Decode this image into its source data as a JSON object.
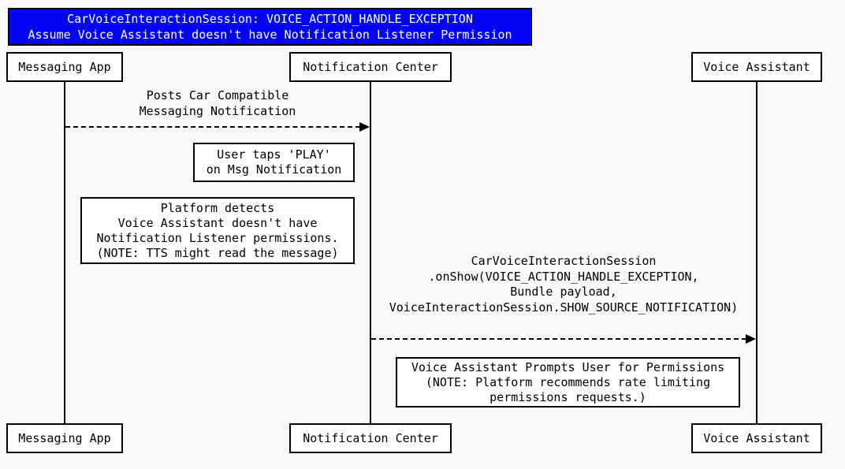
{
  "colors": {
    "background": "#f8f8f8",
    "title_background": "#0404f2",
    "title_text": "#ffffff",
    "box_background": "#ffffff",
    "line": "#000000",
    "text": "#000000"
  },
  "title": {
    "line1": "CarVoiceInteractionSession: VOICE_ACTION_HANDLE_EXCEPTION",
    "line2": "Assume Voice Assistant doesn't have Notification Listener Permission"
  },
  "participants": [
    {
      "name": "Messaging App"
    },
    {
      "name": "Notification Center"
    },
    {
      "name": "Voice Assistant"
    }
  ],
  "messages": [
    {
      "from": "Messaging App",
      "to": "Notification Center",
      "style": "dashed-arrow",
      "lines": [
        "Posts Car Compatible",
        "Messaging Notification"
      ]
    },
    {
      "from": "Notification Center",
      "to": "Voice Assistant",
      "style": "dashed-arrow",
      "lines": [
        "CarVoiceInteractionSession",
        ".onShow(VOICE_ACTION_HANDLE_EXCEPTION,",
        "Bundle payload,",
        "VoiceInteractionSession.SHOW_SOURCE_NOTIFICATION)"
      ]
    }
  ],
  "notes": [
    {
      "lines": [
        "User taps 'PLAY'",
        "on Msg Notification"
      ]
    },
    {
      "lines": [
        "Platform detects",
        "Voice Assistant doesn't have",
        "Notification Listener permissions.",
        "(NOTE: TTS might read the message)"
      ]
    },
    {
      "lines": [
        "Voice Assistant Prompts User for Permissions",
        "(NOTE: Platform recommends rate limiting",
        "permissions requests.)"
      ]
    }
  ]
}
